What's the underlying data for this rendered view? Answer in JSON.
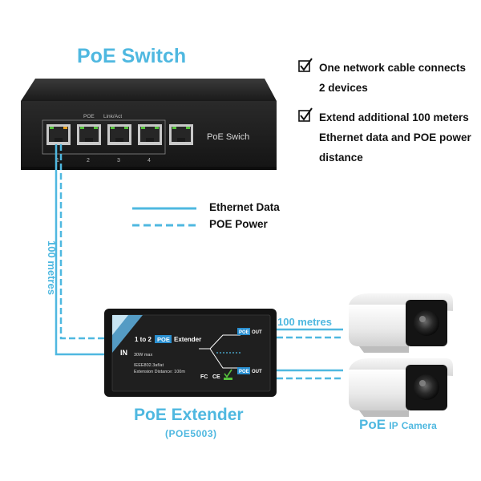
{
  "switch": {
    "title": "PoE Switch",
    "panel_label": "PoE Swich",
    "port_group_poe": "POE",
    "port_group_link": "Link/Act",
    "port_numbers": [
      "1",
      "2",
      "3",
      "4"
    ]
  },
  "features": [
    {
      "lines": [
        "One network cable connects",
        "2 devices"
      ],
      "icon": "checkbox-check-icon"
    },
    {
      "lines": [
        "Extend additional 100 meters",
        "Ethernet data and POE power",
        "distance"
      ],
      "icon": "checkbox-check-icon"
    }
  ],
  "legend": {
    "ethernet_data": "Ethernet Data",
    "poe_power": "POE Power"
  },
  "distances": {
    "switch_to_extender": "100 metres",
    "extender_to_camera": "100 metres"
  },
  "extender": {
    "title": "PoE Extender",
    "model": "(POE5003)",
    "label_prefix": "1 to 2",
    "label_poe": "POE",
    "label_suffix": "Extender",
    "in_label": "IN",
    "out_label_poe": "POE",
    "out_label_out": "OUT",
    "spec_power": "30W max",
    "spec_standard": "IEEE802.3af/at",
    "spec_distance": "Extension Distance: 100m",
    "cert_fc": "FC",
    "cert_ce": "CE"
  },
  "camera": {
    "title_poe": "PoE",
    "title_ip": "IP",
    "title_camera": "Camera"
  },
  "colors": {
    "accent": "#4fb8e0",
    "device_black": "#1e1e1e",
    "text": "#111111"
  }
}
